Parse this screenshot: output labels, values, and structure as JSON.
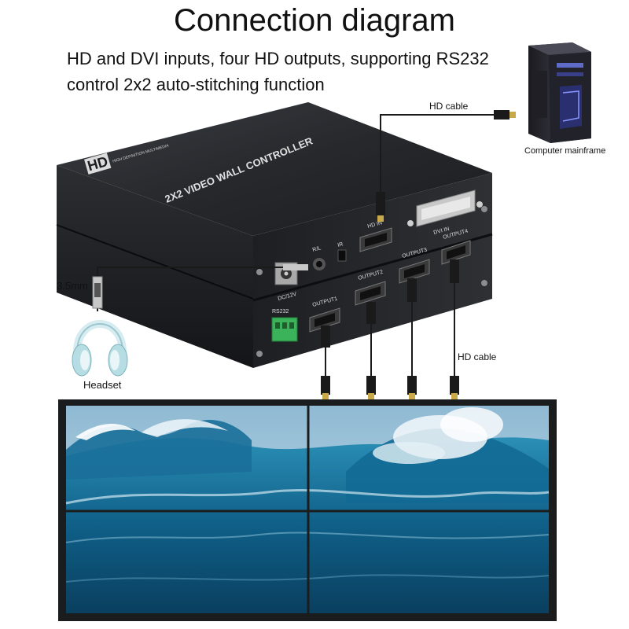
{
  "header": {
    "title": "Connection diagram",
    "subtitle_line1": "HD and DVI inputs, four HD outputs, supporting RS232",
    "subtitle_line2": "control 2x2 auto-stitching function"
  },
  "device": {
    "logo": "HD",
    "logo_tagline": "HIGH DEFINITION MULTIMEDIA",
    "name": "2X2 VIDEO WALL CONTROLLER",
    "ports": {
      "hd_in": "HD IN",
      "dvi_in": "DVI IN",
      "rl": "R/L",
      "ir": "IR",
      "dc": "DC/12V",
      "rs232": "RS232",
      "output1": "OUTPUT1",
      "output2": "OUTPUT2",
      "output3": "OUTPUT3",
      "output4": "OUTPUT4"
    }
  },
  "labels": {
    "hd_cable_top": "HD cable",
    "computer": "Computer mainframe",
    "audio_jack": "3.5mm",
    "headset": "Headset",
    "hd_cable_bottom": "HD cable"
  },
  "colors": {
    "device_body": "#2a2c30",
    "cable": "#1a1a1a",
    "connector_gold": "#c9a94a",
    "rs232_green": "#3bb35a",
    "wall_bezel": "#1b1c1e",
    "water_deep": "#0f5f88"
  }
}
